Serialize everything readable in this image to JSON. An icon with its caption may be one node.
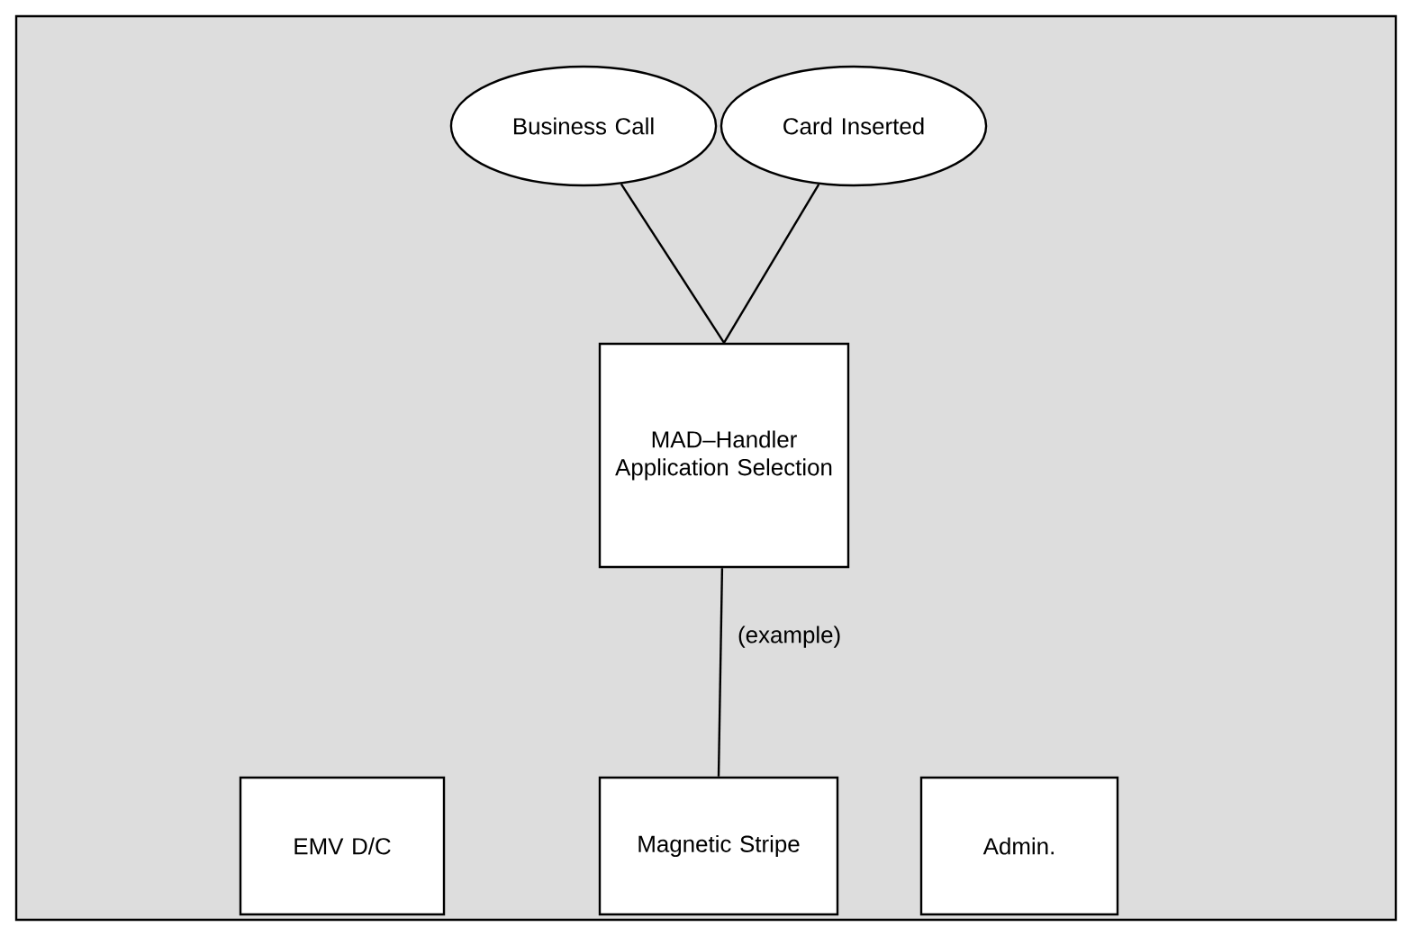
{
  "diagram": {
    "nodes": [
      {
        "text": [
          "Business Call"
        ]
      },
      {
        "text": [
          "Card Inserted"
        ]
      },
      {
        "text": [
          "MAD–Handler Application Selection"
        ]
      },
      {
        "text": [
          "EMV D/C"
        ]
      },
      {
        "text": [
          "Magnetic Stripe"
        ]
      },
      {
        "text": [
          "Admin."
        ]
      }
    ],
    "edges": [
      {
        "from": 0,
        "to": 2,
        "arrow": "none"
      },
      {
        "from": 1,
        "to": 2,
        "arrow": "none"
      },
      {
        "from": 2,
        "to": 4,
        "arrow": "none",
        "label": "(example)"
      }
    ]
  }
}
